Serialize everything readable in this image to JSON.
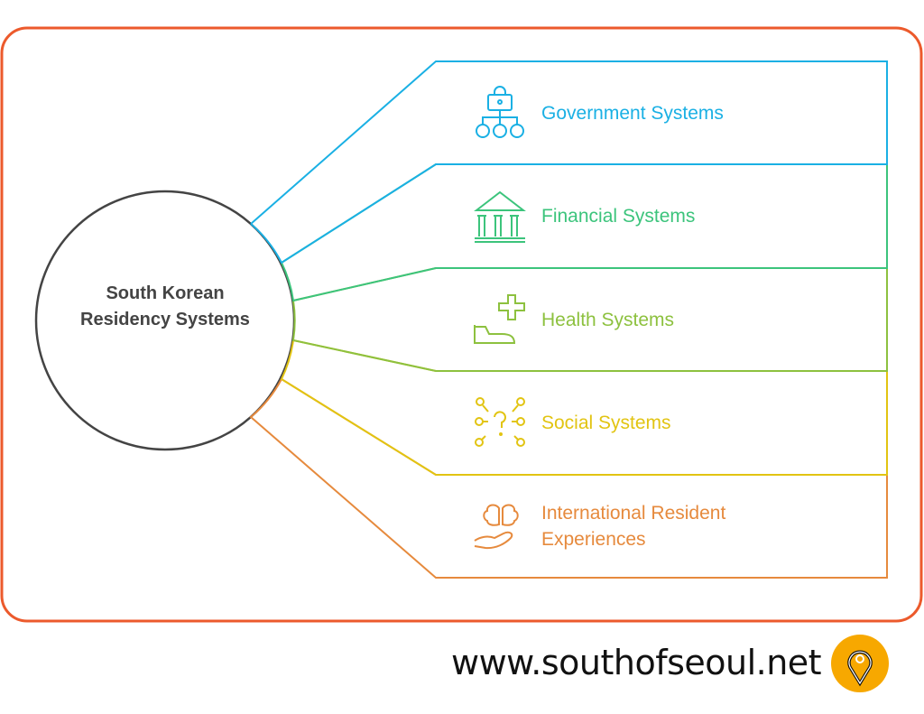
{
  "title": "South Korean Residency Systems",
  "items": [
    {
      "label": "Government Systems",
      "icon": "org-lock-icon",
      "color": "#1ab0e4"
    },
    {
      "label": "Financial Systems",
      "icon": "bank-icon",
      "color": "#3cc47c"
    },
    {
      "label": "Health Systems",
      "icon": "health-hand-icon",
      "color": "#8dc13f"
    },
    {
      "label": "Social Systems",
      "icon": "network-question-icon",
      "color": "#e2c412"
    },
    {
      "label": "International Resident Experiences",
      "icon": "brain-hand-icon",
      "color": "#e68a3d"
    }
  ],
  "footer": {
    "url": "www.southofseoul.net",
    "logo_icon": "location-pin-icon",
    "logo_color": "#f7a800"
  },
  "frame_color": "#ec5a2c",
  "circle_color": "#444444"
}
